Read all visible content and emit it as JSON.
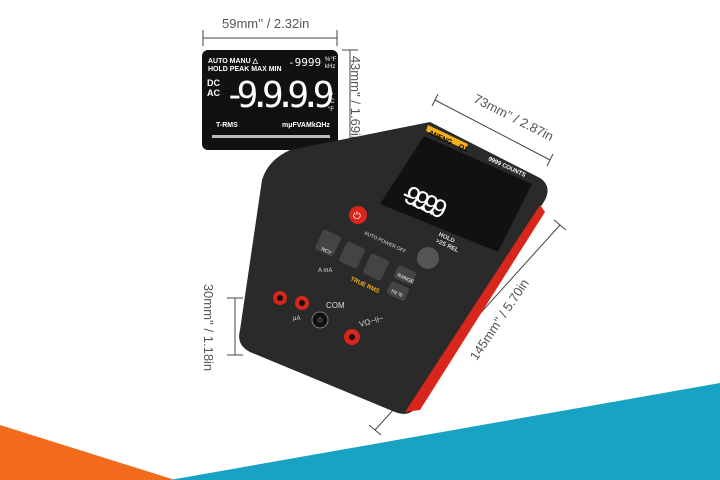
{
  "colors": {
    "orange": "#f26a1b",
    "teal": "#18a3c4",
    "body": "#2a2a2a",
    "accent_red": "#d8261c",
    "brand_yellow": "#f5b21b"
  },
  "dimensions": {
    "lcd_width": "59mm'' / 2.32in",
    "lcd_height": "43mm'' / 1.69in",
    "width": "73mm'' / 2.87in",
    "length": "145mm'' / 5.70in",
    "thickness": "30mm'' / 1.18in"
  },
  "lcd": {
    "auto": "AUTO",
    "manu": "MANU",
    "hold": "HOLD",
    "peak": "PEAK",
    "max": "MAX",
    "min": "MIN",
    "small_reading": "-9999",
    "small_units_top": "%°F",
    "small_units_bottom": "kHz",
    "dc": "DC",
    "ac": "AC",
    "main_reading": "-9.9.9.9",
    "trms": "T-RMS",
    "units": "mμFVAMkΩHz",
    "right_units": "% °C °F"
  },
  "device": {
    "brand": "ANENG",
    "model": "Q1",
    "counts": "9999 COUNTS",
    "auto_power_off": "AUTO POWER OFF",
    "hold_rel": "HOLD\n>2S REL",
    "ncv": "NCV",
    "range": "RANGE",
    "hz": "Hz %",
    "true_rms": "TRUE RMS",
    "a_ma": "A mA",
    "com": "COM",
    "ua": "μA",
    "volt": "VΩ⊣⊢"
  }
}
